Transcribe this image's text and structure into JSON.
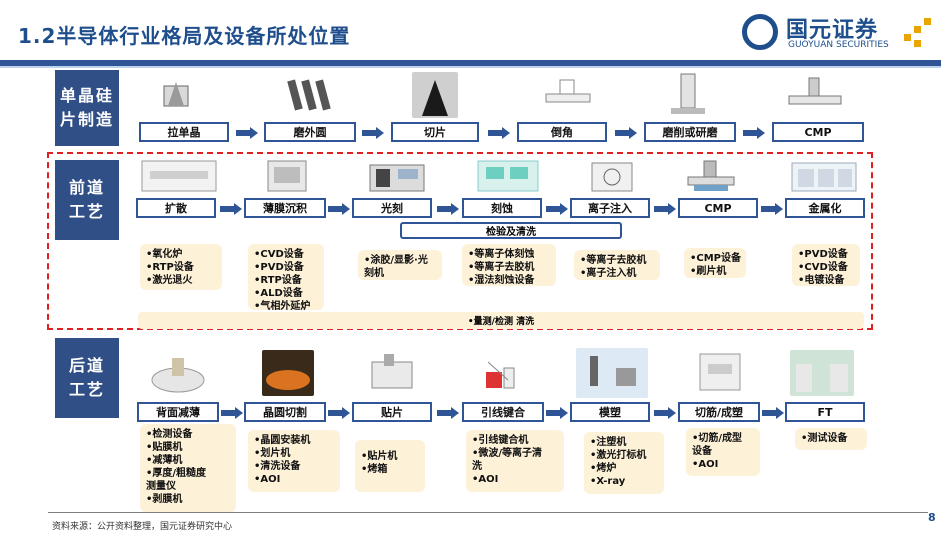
{
  "title": "1.2半导体行业格局及设备所处位置",
  "logo": {
    "cn": "国元证券",
    "en": "GUOYUAN SECURITIES"
  },
  "sections": {
    "wafer": {
      "label": "单晶硅\n片制造",
      "steps": [
        "拉单晶",
        "磨外圆",
        "切片",
        "倒角",
        "磨削或研磨",
        "CMP"
      ]
    },
    "front": {
      "label": "前道\n工艺",
      "steps": [
        "扩散",
        "薄膜沉积",
        "光刻",
        "刻蚀",
        "离子注入",
        "CMP",
        "金属化"
      ],
      "inspect": "检验及清洗",
      "cards": [
        [
          "•氧化炉",
          "•RTP设备",
          "•激光退火"
        ],
        [
          "•CVD设备",
          "•PVD设备",
          "•RTP设备",
          "•ALD设备",
          "•气相外延炉"
        ],
        [
          "•涂胶/显影·光",
          "刻机"
        ],
        [
          "•等离子体刻蚀",
          "•等离子去胶机",
          "•湿法刻蚀设备"
        ],
        [
          "•等离子去胶机",
          "•离子注入机"
        ],
        [
          "•CMP设备",
          "•刷片机"
        ],
        [
          "•PVD设备",
          "•CVD设备",
          "•电镀设备"
        ]
      ],
      "band": "•量测/检测 清洗"
    },
    "back": {
      "label": "后道\n工艺",
      "steps": [
        "背面减薄",
        "晶圆切割",
        "贴片",
        "引线键合",
        "模塑",
        "切筋/成塑",
        "FT"
      ],
      "cards": [
        [
          "•检测设备",
          "•贴膜机",
          "•减薄机",
          "•厚度/粗糙度",
          "测量仪",
          "•剥膜机"
        ],
        [
          "•晶圆安装机",
          "•划片机",
          "•清洗设备",
          "•AOI"
        ],
        [
          "•贴片机",
          "•烤箱"
        ],
        [
          "•引线键合机",
          "•微波/等离子清",
          "洗",
          "•AOI"
        ],
        [
          "•注塑机",
          "•激光打标机",
          "•烤炉",
          "•X-ray"
        ],
        [
          "•切筋/成型",
          "设备",
          "•AOI"
        ],
        [
          "•测试设备"
        ]
      ]
    }
  },
  "footer": {
    "source": "资料来源：公开资料整理，国元证券研究中心",
    "page": "8"
  },
  "colors": {
    "brand": "#2f5597",
    "label_bg": "#2f4f86",
    "card_bg": "#fdf1d8",
    "dashed": "#e02020",
    "logo_dot": "#e8a400"
  }
}
